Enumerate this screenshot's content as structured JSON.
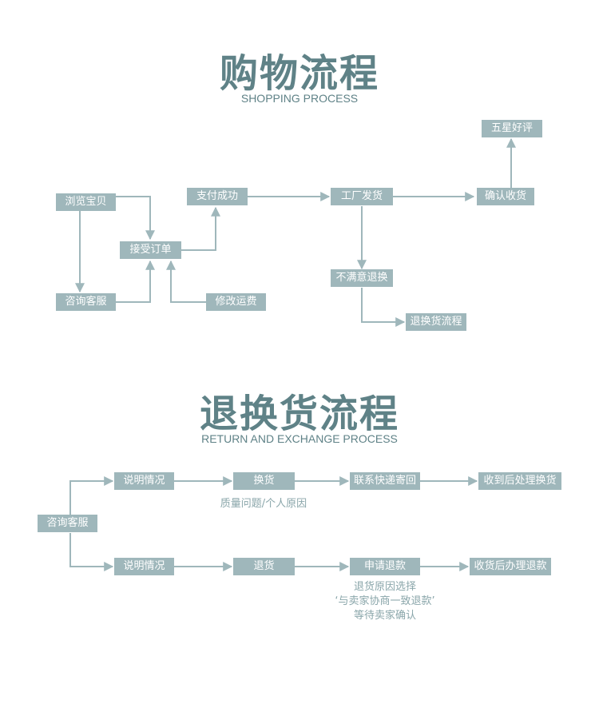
{
  "shopping": {
    "title": "购物流程",
    "subtitle": "SHOPPING PROCESS",
    "nodes": {
      "browse": "浏览宝贝",
      "consult": "咨询客服",
      "accept_order": "接受订单",
      "modify_shipping": "修改运费",
      "pay": "支付成功",
      "ship": "工厂发货",
      "confirm": "确认收货",
      "five_star": "五星好评",
      "unsatisfied": "不满意退换",
      "return_flow": "退换货流程"
    }
  },
  "returns": {
    "title": "退换货流程",
    "subtitle": "RETURN AND EXCHANGE PROCESS",
    "nodes": {
      "consult": "咨询客服",
      "explain_1": "说明情况",
      "explain_2": "说明情况",
      "exchange": "换货",
      "ship_back": "联系快递寄回",
      "receive_exchange": "收到后处理换货",
      "refund_goods": "退货",
      "apply_refund": "申请退款",
      "receive_refund": "收货后办理退款"
    },
    "notes": {
      "exchange_reason": "质量问题/个人原因",
      "refund_line1": "退货原因选择",
      "refund_line2": "‘与卖家协商一致退款’",
      "refund_line3": "等待卖家确认"
    }
  },
  "colors": {
    "accent": "#5f8287",
    "box": "#9fb7bb",
    "line": "#9fb7bb",
    "note": "#8aa6aa"
  }
}
